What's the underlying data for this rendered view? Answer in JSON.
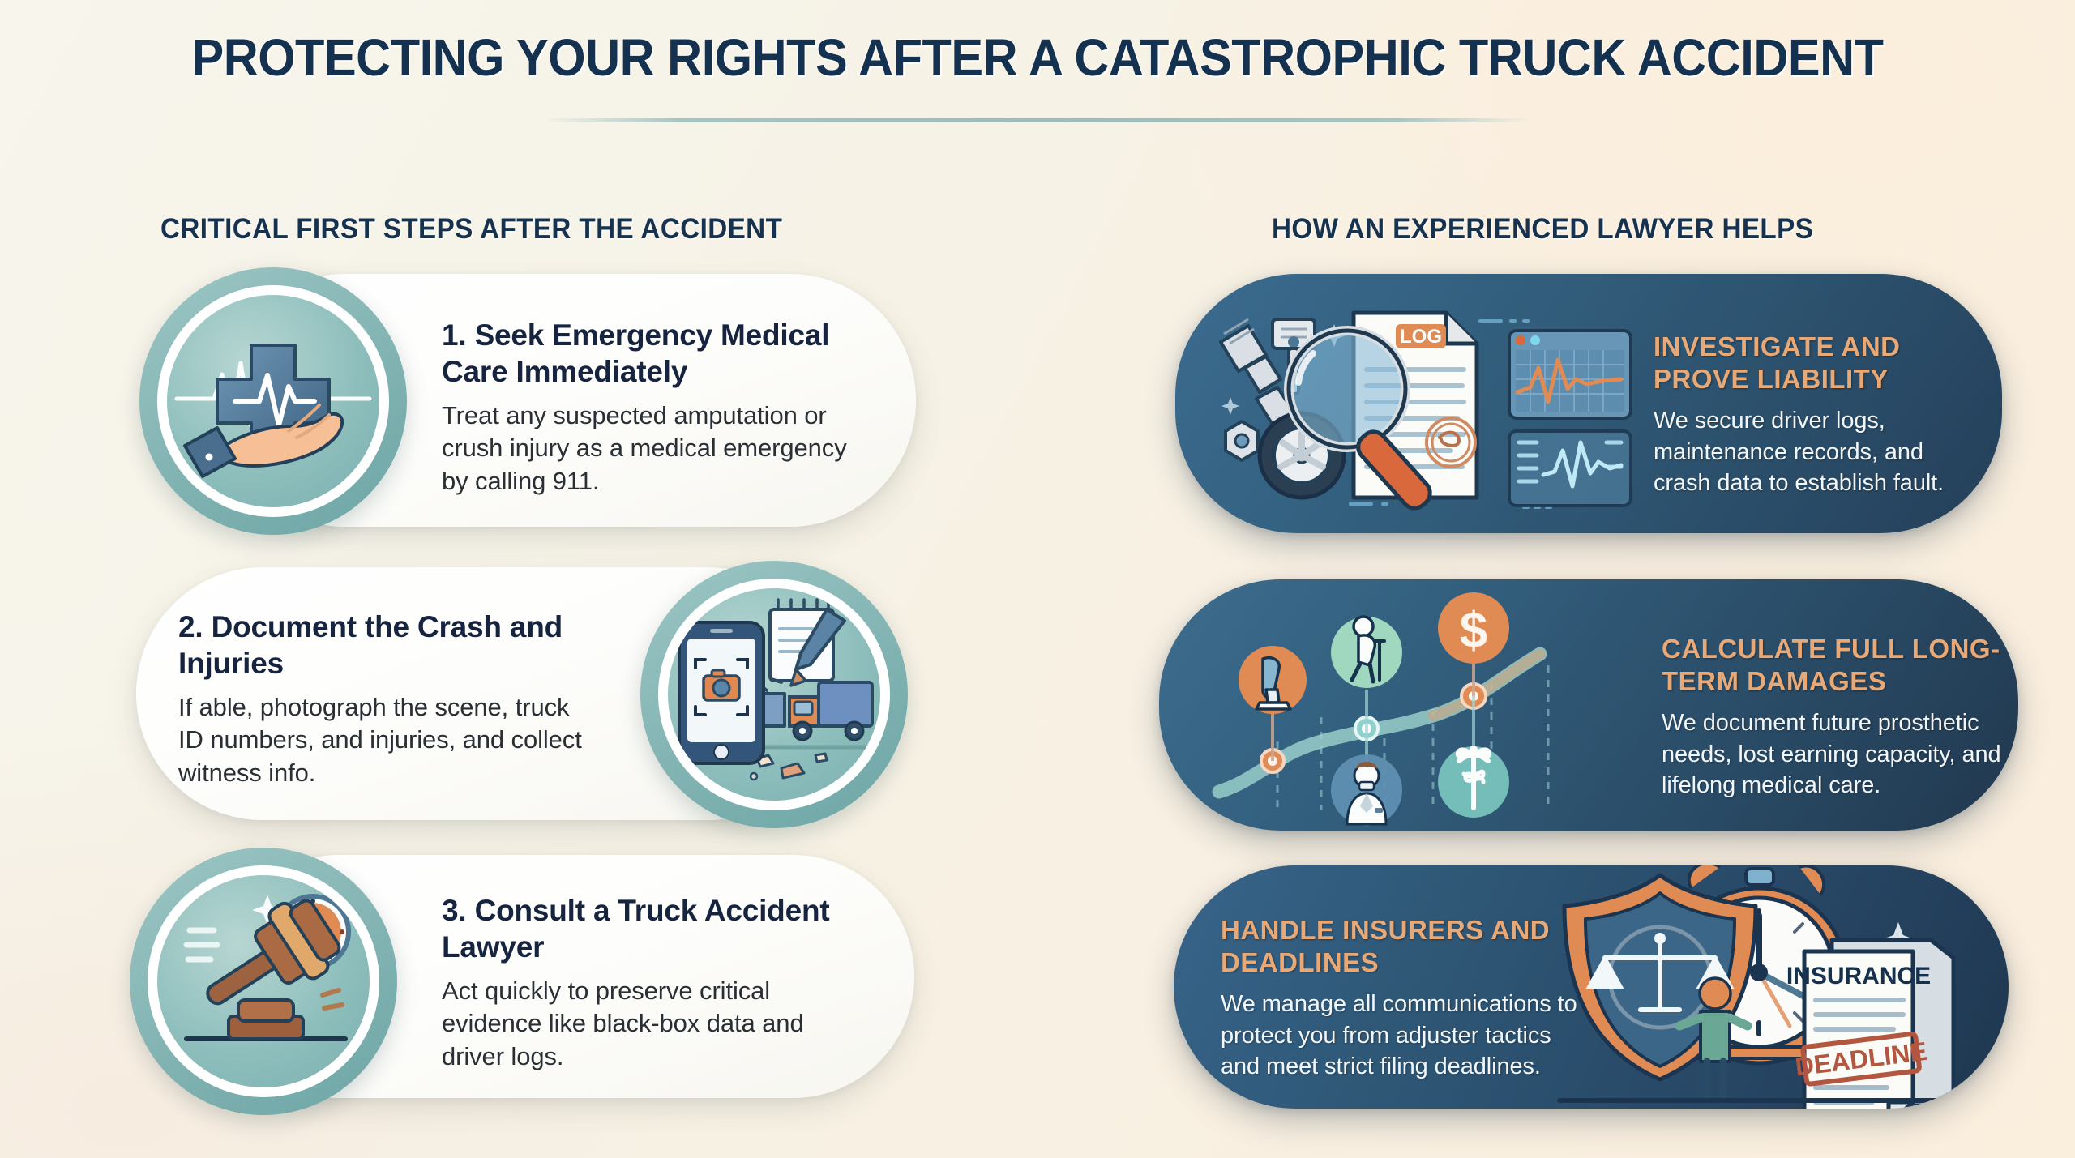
{
  "header": {
    "title": "PROTECTING YOUR RIGHTS AFTER A CATASTROPHIC TRUCK ACCIDENT"
  },
  "columns": {
    "left_heading": "CRITICAL FIRST STEPS AFTER THE ACCIDENT",
    "right_heading": "HOW AN EXPERIENCED LAWYER HELPS"
  },
  "steps": [
    {
      "number": "1.",
      "title": "Seek Emergency Medical Care Immediately",
      "body": "Treat any suspected amputation or crush injury as a medical emergency by calling 911.",
      "icon": "hand-holding-medical-cross-heartbeat-icon"
    },
    {
      "number": "2.",
      "title": "Document the Crash and Injuries",
      "body": "If able, photograph the scene, truck ID numbers, and injuries, and collect witness info.",
      "icon": "smartphone-camera-notepad-crash-icon"
    },
    {
      "number": "3.",
      "title": "Consult a Truck Accident Lawyer",
      "body": "Act quickly to preserve critical evidence like black-box data and driver logs.",
      "icon": "gavel-clock-icon"
    }
  ],
  "services": [
    {
      "title": "INVESTIGATE AND PROVE LIABILITY",
      "body": "We secure driver logs, maintenance records, and crash data to establish fault.",
      "icon": "magnifier-log-document-engine-parts-icon",
      "art_labels": {
        "document": "LOG"
      }
    },
    {
      "title": "CALCULATE FULL LONG-TERM DAMAGES",
      "body": "We document future prosthetic needs, lost earning capacity, and lifelong medical care.",
      "icon": "rising-timeline-prosthetic-dollar-caduceus-icon",
      "art_labels": {
        "money": "$"
      }
    },
    {
      "title": "HANDLE INSURERS AND DEADLINES",
      "body": "We manage all communications to protect you from adjuster tactics and meet strict filing deadlines.",
      "icon": "shield-scales-alarm-clock-insurance-doc-icon",
      "art_labels": {
        "document": "INSURANCE",
        "stamp": "DEADLINE"
      }
    }
  ],
  "colors": {
    "navy": "#14314f",
    "teal": "#81b3b2",
    "orange_accent": "#e9a977",
    "card_dark": "#2b4f6b",
    "background": "#f7f3e9"
  }
}
